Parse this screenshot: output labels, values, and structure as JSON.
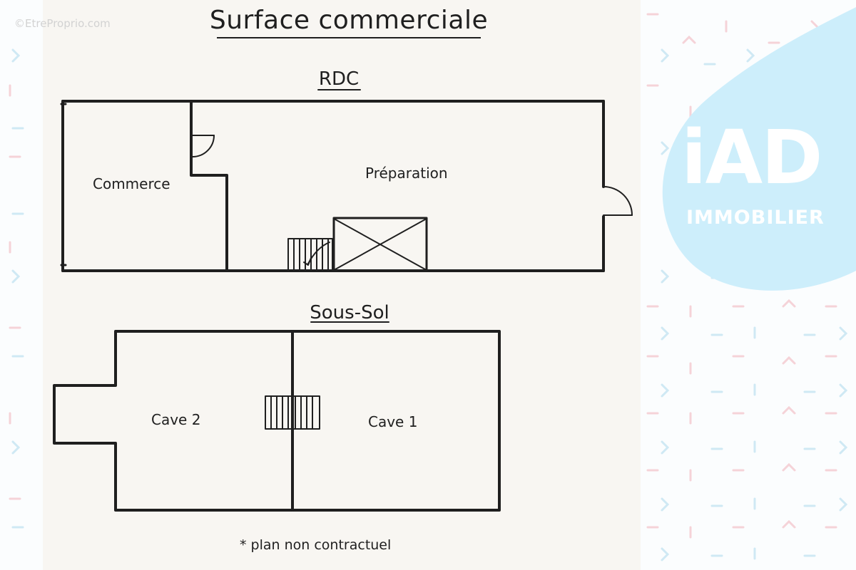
{
  "watermark": "©EtreProprio.com",
  "title": "Surface commerciale",
  "sections": {
    "rdc": {
      "title": "RDC",
      "rooms": [
        "Commerce",
        "Préparation"
      ]
    },
    "sous_sol": {
      "title": "Sous-Sol",
      "rooms": [
        "Cave 2",
        "Cave 1"
      ]
    }
  },
  "note": "* plan non contractuel",
  "brand": {
    "logo": "iAD",
    "tagline": "IMMOBILIER",
    "color": "#cdeefb"
  },
  "icons": [
    "stairs-icon",
    "door-icon",
    "elevator-shaft-icon"
  ]
}
